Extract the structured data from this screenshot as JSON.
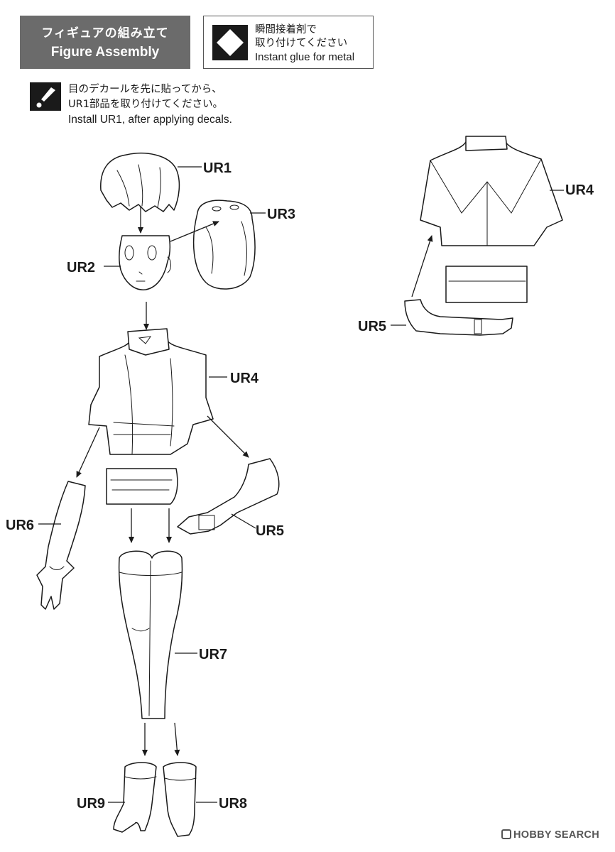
{
  "header": {
    "title_jp": "フィギュアの組み立て",
    "title_en": "Figure Assembly"
  },
  "glue": {
    "icon": "diamond-glue-icon",
    "line1": "瞬間接着剤で",
    "line2": "取り付けてください",
    "line3": "Instant glue for metal"
  },
  "note": {
    "icon": "exclamation-note-icon",
    "line1": "目のデカールを先に貼ってから、",
    "line2": "UR1部品を取り付けてください。",
    "line3": "Install UR1, after applying decals."
  },
  "parts": {
    "ur1": "UR1",
    "ur2": "UR2",
    "ur3": "UR3",
    "ur4": "UR4",
    "ur4_back": "UR4",
    "ur5": "UR5",
    "ur5_back": "UR5",
    "ur6": "UR6",
    "ur7": "UR7",
    "ur8": "UR8",
    "ur9": "UR9"
  },
  "watermark": "HOBBY SEARCH"
}
